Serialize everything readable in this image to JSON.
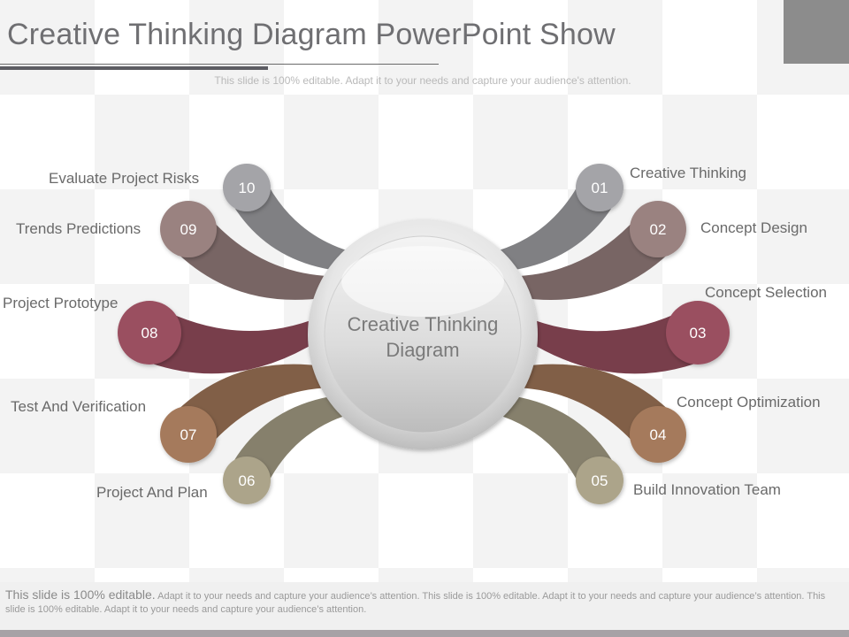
{
  "header": {
    "title": "Creative Thinking Diagram PowerPoint Show",
    "subtitle": "This slide is 100% editable. Adapt it to your needs and capture your audience's attention."
  },
  "diagram": {
    "center_label_line1": "Creative Thinking",
    "center_label_line2": "Diagram",
    "nodes": [
      {
        "number": "01",
        "label": "Creative Thinking",
        "color": "#a4a4a8"
      },
      {
        "number": "02",
        "label": "Concept Design",
        "color": "#9a8280"
      },
      {
        "number": "03",
        "label": "Concept Selection",
        "color": "#9a4f60"
      },
      {
        "number": "04",
        "label": "Concept Optimization",
        "color": "#a57a5b"
      },
      {
        "number": "05",
        "label": "Build Innovation Team",
        "color": "#aca48a"
      },
      {
        "number": "06",
        "label": "Project And Plan",
        "color": "#aca48a"
      },
      {
        "number": "07",
        "label": "Test And Verification",
        "color": "#a57a5b"
      },
      {
        "number": "08",
        "label": "Project Prototype",
        "color": "#9a4f60"
      },
      {
        "number": "09",
        "label": "Trends Predictions",
        "color": "#9a8280"
      },
      {
        "number": "10",
        "label": "Evaluate Project Risks",
        "color": "#a4a4a8"
      }
    ]
  },
  "footer": {
    "lead": "This slide is 100% editable.",
    "body": "Adapt it to your needs and capture your audience’s attention. This slide is 100% editable. Adapt it to your needs and capture your audience’s attention. This slide is 100% editable. Adapt it to your needs and capture your audience’s attention."
  }
}
